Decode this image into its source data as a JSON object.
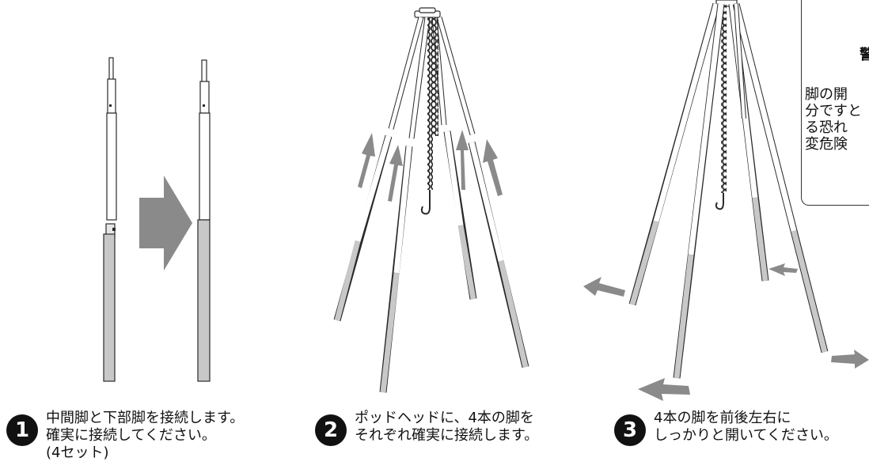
{
  "steps": [
    {
      "number": "1",
      "lines": [
        "中間脚と下部脚を接続します。",
        "確実に接続してください。",
        "(4セット)"
      ]
    },
    {
      "number": "2",
      "lines": [
        "ポッドヘッドに、4本の脚を",
        "それぞれ確実に接続します。"
      ]
    },
    {
      "number": "3",
      "lines": [
        "4本の脚を前後左右に",
        "しっかりと開いてください。"
      ]
    }
  ],
  "warning": {
    "title": "警",
    "lines": [
      "脚の開",
      "分ですと",
      "る恐れ",
      "変危険"
    ]
  },
  "colors": {
    "leg_upper": "#ffffff",
    "leg_lower": "#c8c8c8",
    "outline": "#2a2a2a",
    "arrow": "#8a8a8a"
  },
  "icons": [
    "warning-triangle-icon",
    "arrow-right-icon",
    "arrow-up-icon",
    "arrow-outward-icon",
    "hook-icon",
    "chain-icon"
  ]
}
